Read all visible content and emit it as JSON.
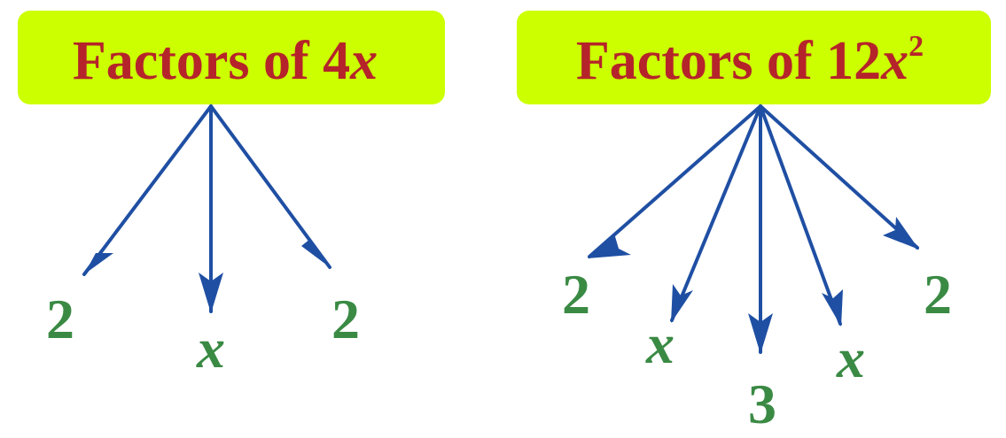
{
  "colors": {
    "box_fill": "#ccff00",
    "title_text": "#b5242a",
    "arrow": "#1f4fa3",
    "factor_text": "#3a8a44"
  },
  "left": {
    "title_prefix": "Factors of ",
    "title_num": "4",
    "title_var": "x",
    "factors": [
      "2",
      "x",
      "2"
    ]
  },
  "right": {
    "title_prefix": "Factors of ",
    "title_num": "12",
    "title_var": "x",
    "title_exp": "2",
    "factors": [
      "2",
      "x",
      "3",
      "x",
      "2"
    ]
  }
}
